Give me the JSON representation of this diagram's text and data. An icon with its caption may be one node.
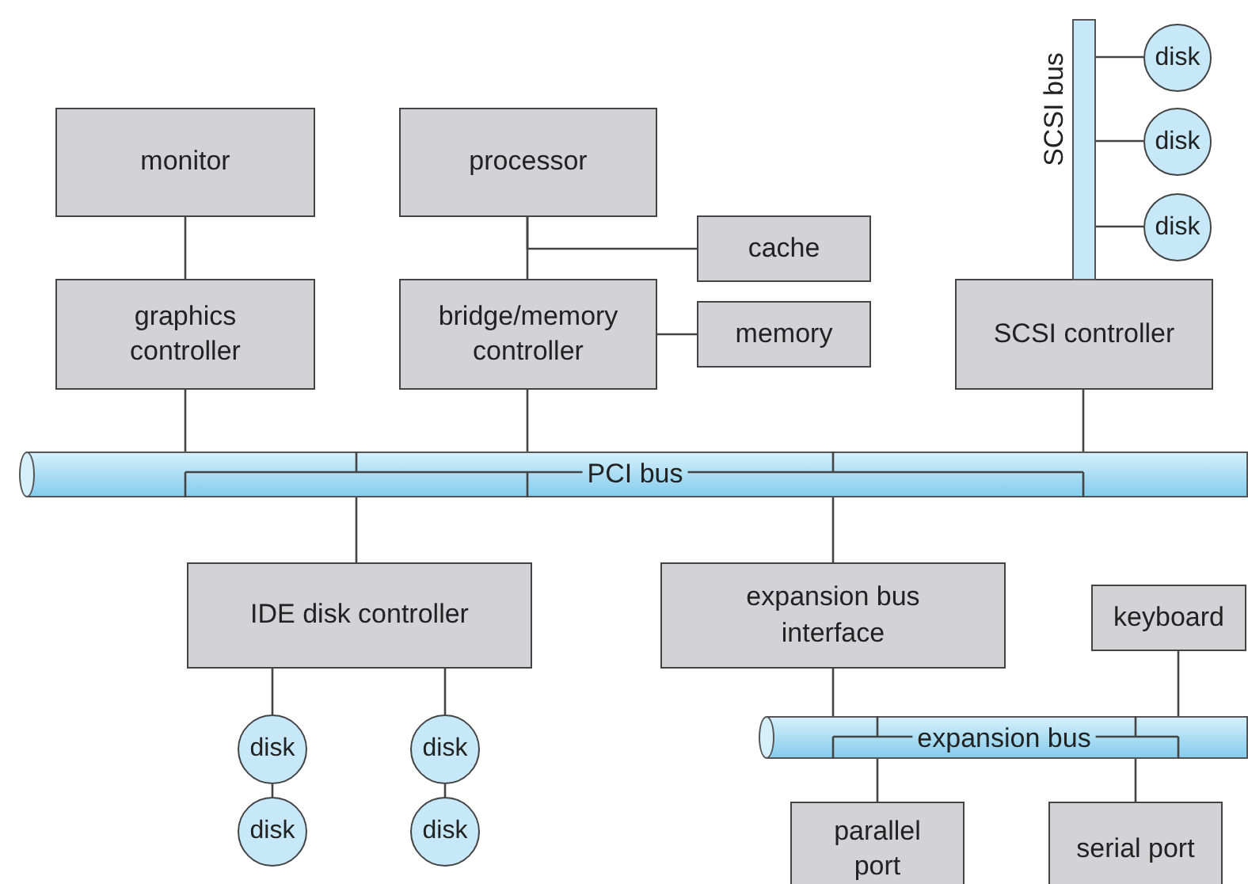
{
  "diagram": {
    "nodes": [
      {
        "text": [
          "monitor"
        ]
      },
      {
        "text": [
          "processor"
        ]
      },
      {
        "text": [
          "cache"
        ]
      },
      {
        "text": [
          "graphics controller"
        ]
      },
      {
        "text": [
          "bridge/memory controller"
        ]
      },
      {
        "text": [
          "memory"
        ]
      },
      {
        "text": [
          "SCSI controller"
        ]
      },
      {
        "text": [
          "SCSI bus"
        ]
      },
      {
        "text": [
          "disk"
        ]
      },
      {
        "text": [
          "disk"
        ]
      },
      {
        "text": [
          "disk"
        ]
      },
      {
        "text": [
          "PCI bus"
        ]
      },
      {
        "text": [
          "IDE disk controller"
        ]
      },
      {
        "text": [
          "expansion bus interface"
        ]
      },
      {
        "text": [
          "keyboard"
        ]
      },
      {
        "text": [
          "disk"
        ]
      },
      {
        "text": [
          "disk"
        ]
      },
      {
        "text": [
          "disk"
        ]
      },
      {
        "text": [
          "disk"
        ]
      },
      {
        "text": [
          "expansion bus"
        ]
      },
      {
        "text": [
          "parallel port"
        ]
      },
      {
        "text": [
          "serial port"
        ]
      }
    ],
    "edges": [
      {
        "from": 0,
        "to": 3,
        "arrow": "none"
      },
      {
        "from": 1,
        "to": 4,
        "arrow": "none"
      },
      {
        "from": 2,
        "to": 1,
        "arrow": "none"
      },
      {
        "from": 5,
        "to": 4,
        "arrow": "none"
      },
      {
        "from": 3,
        "to": 11,
        "arrow": "none"
      },
      {
        "from": 4,
        "to": 11,
        "arrow": "none"
      },
      {
        "from": 6,
        "to": 11,
        "arrow": "none"
      },
      {
        "from": 7,
        "to": 8,
        "arrow": "none"
      },
      {
        "from": 7,
        "to": 9,
        "arrow": "none"
      },
      {
        "from": 7,
        "to": 10,
        "arrow": "none"
      },
      {
        "from": 11,
        "to": 12,
        "arrow": "none"
      },
      {
        "from": 11,
        "to": 13,
        "arrow": "none"
      },
      {
        "from": 12,
        "to": 15,
        "arrow": "none"
      },
      {
        "from": 15,
        "to": 17,
        "arrow": "none"
      },
      {
        "from": 12,
        "to": 16,
        "arrow": "none"
      },
      {
        "from": 16,
        "to": 18,
        "arrow": "none"
      },
      {
        "from": 13,
        "to": 19,
        "arrow": "none"
      },
      {
        "from": 14,
        "to": 19,
        "arrow": "none"
      },
      {
        "from": 19,
        "to": 20,
        "arrow": "none"
      },
      {
        "from": 19,
        "to": 21,
        "arrow": "none"
      }
    ]
  }
}
